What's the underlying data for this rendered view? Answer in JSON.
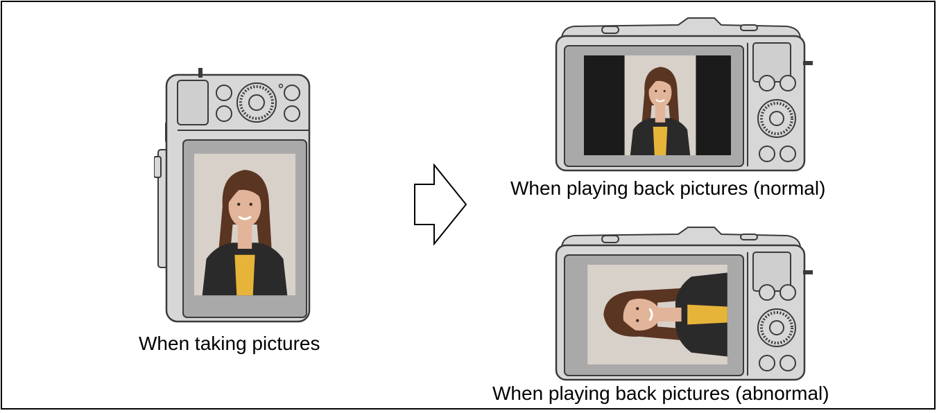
{
  "captions": {
    "taking": "When taking pictures",
    "playback_normal": "When playing back pictures (normal)",
    "playback_abnormal": "When playing back pictures (abnormal)"
  },
  "icons": {
    "vertical_camera": "camera-vertical-icon",
    "arrow": "right-arrow-icon",
    "camera_normal": "camera-horizontal-icon",
    "camera_abnormal": "camera-horizontal-icon"
  },
  "colors": {
    "body": "#d7d7d7",
    "outline": "#3a3a3a",
    "screen_bezel": "#a9a9a9",
    "letterbox": "#1b1b1b",
    "photo_bg": "#d8d1ca",
    "hair": "#5a3522",
    "skin": "#e2b59a",
    "cardigan": "#2a2a2a",
    "shirt": "#e7b43a"
  }
}
